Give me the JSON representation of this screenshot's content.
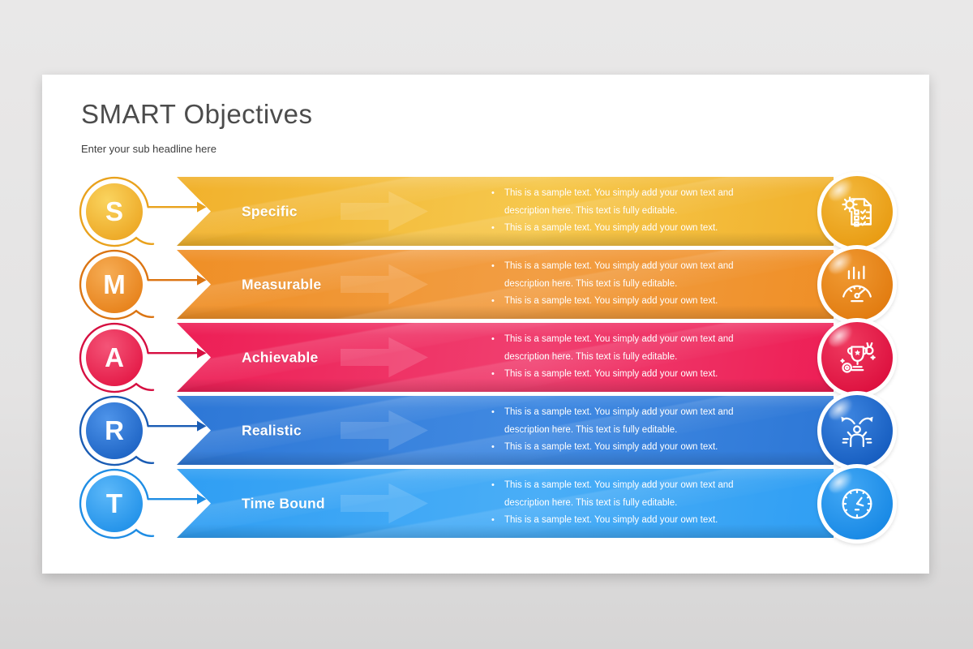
{
  "header": {
    "title": "SMART Objectives",
    "subtitle": "Enter your sub headline here"
  },
  "shared": {
    "bullets": [
      "This is a sample text. You simply add your own text and description here. This text is fully editable.",
      "This is a sample text. You simply add your own text."
    ]
  },
  "rows": [
    {
      "letter": "S",
      "label": "Specific",
      "icon": "checklist-gear-icon",
      "colors": {
        "bannerTop": "#f1b12c",
        "bannerMid": "#f6c84d",
        "circleLight": "#fad45f",
        "circleDark": "#eca521",
        "ring": "#e9a21d",
        "iconLight": "#f3b93d",
        "iconDark": "#e89a10"
      }
    },
    {
      "letter": "M",
      "label": "Measurable",
      "icon": "gauge-chart-icon",
      "colors": {
        "bannerTop": "#ef8f26",
        "bannerMid": "#f29e44",
        "circleLight": "#f6ad55",
        "circleDark": "#e67f17",
        "ring": "#db7513",
        "iconLight": "#f09a33",
        "iconDark": "#e17a0e"
      }
    },
    {
      "letter": "A",
      "label": "Achievable",
      "icon": "trophy-achievement-icon",
      "colors": {
        "bannerTop": "#ed1e55",
        "bannerMid": "#f04070",
        "circleLight": "#f45578",
        "circleDark": "#e31543",
        "ring": "#d60f41",
        "iconLight": "#ef3a5f",
        "iconDark": "#dc0e3d"
      }
    },
    {
      "letter": "R",
      "label": "Realistic",
      "icon": "person-options-icon",
      "colors": {
        "bannerTop": "#2d77d6",
        "bannerMid": "#418ae2",
        "circleLight": "#4e94ea",
        "circleDark": "#1b61c2",
        "ring": "#1a5cb4",
        "iconLight": "#3d85e0",
        "iconDark": "#145bbe"
      }
    },
    {
      "letter": "T",
      "label": "Time Bound",
      "icon": "clock-icon",
      "colors": {
        "bannerTop": "#2f9ef3",
        "bannerMid": "#4aaef7",
        "circleLight": "#5cb8f9",
        "circleDark": "#1e8fe8",
        "ring": "#1f8de4",
        "iconLight": "#42a8f5",
        "iconDark": "#1687e4"
      }
    }
  ]
}
